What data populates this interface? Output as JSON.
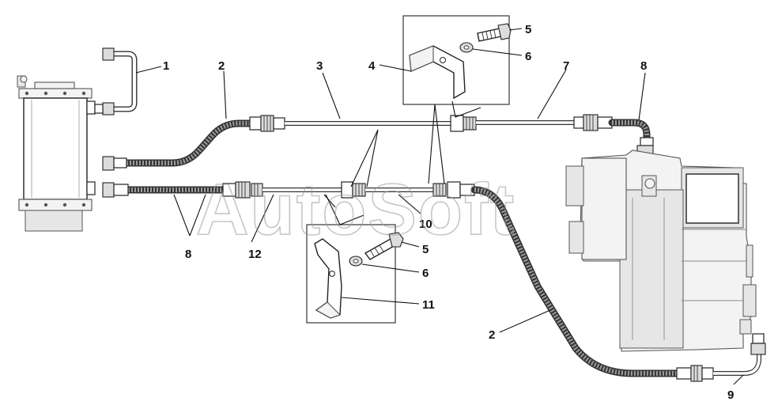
{
  "diagram": {
    "callouts": {
      "c1": "1",
      "c2_top": "2",
      "c3": "3",
      "c4": "4",
      "c5_top": "5",
      "c6_top": "6",
      "c7": "7",
      "c8_top": "8",
      "c8_bottom": "8",
      "c12": "12",
      "c10": "10",
      "c5_bottom": "5",
      "c6_bottom": "6",
      "c11": "11",
      "c2_bottom": "2",
      "c9": "9"
    },
    "watermark": "AutoSoft"
  }
}
